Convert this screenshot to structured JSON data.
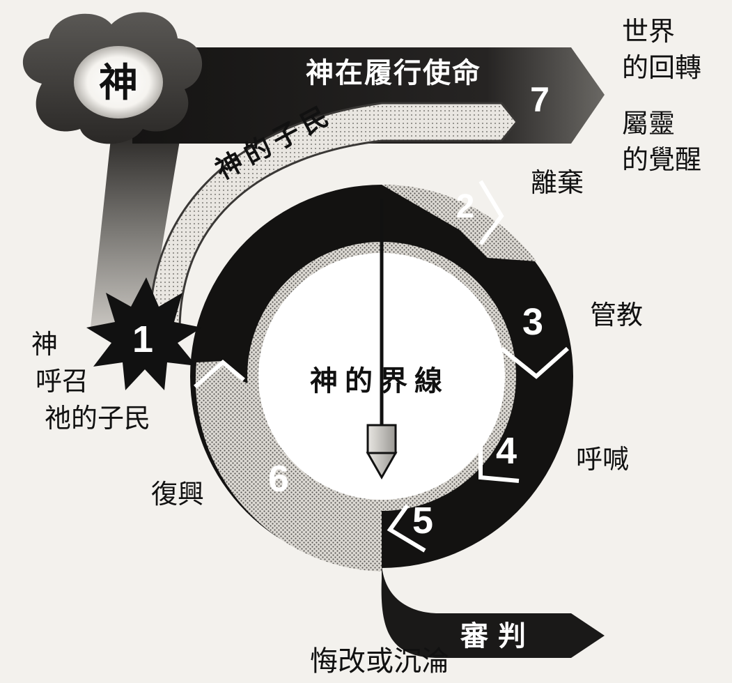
{
  "cloud_label": "神",
  "mission_label": "神在履行使命",
  "people_label": "神的子民",
  "center_label": "神的界線",
  "judgment_label": "審判",
  "bottom_label": "悔改或沉淪",
  "stages": [
    {
      "number": "1",
      "label": "神\n呼召\n祂的子民"
    },
    {
      "number": "2",
      "label": "離棄"
    },
    {
      "number": "3",
      "label": "管教"
    },
    {
      "number": "4",
      "label": "呼喊"
    },
    {
      "number": "5",
      "label": ""
    },
    {
      "number": "6",
      "label": "復興"
    },
    {
      "number": "7",
      "label": "世界\n的回轉"
    }
  ],
  "extra_outcome": "屬靈\n的覺醒",
  "colors": {
    "background": "#f3f1ed",
    "ink": "#111111",
    "light_gray": "#c9c6c0",
    "mid_gray": "#8c8984",
    "dark_gray": "#3a3836"
  }
}
